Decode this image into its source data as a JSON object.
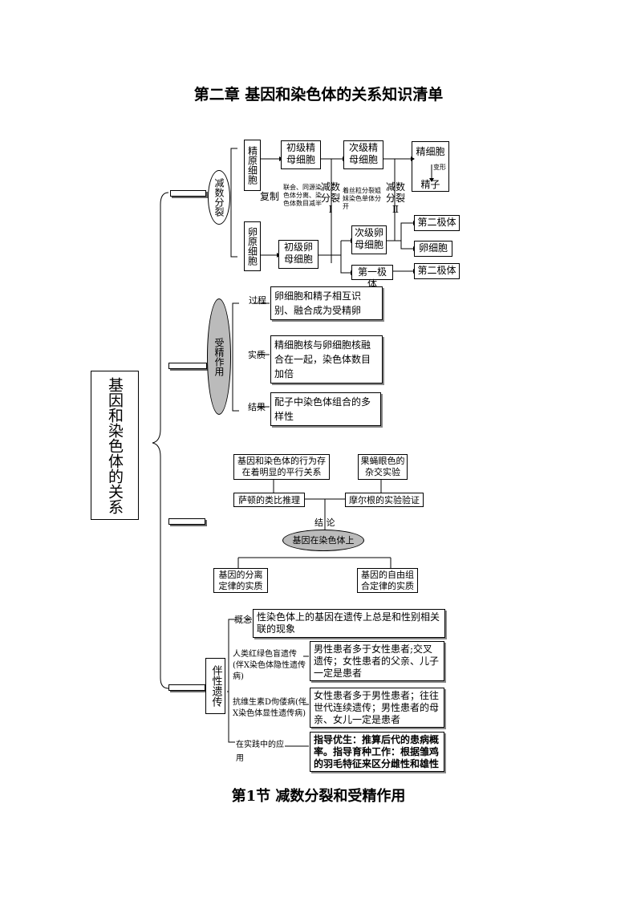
{
  "title": "第二章  基因和染色体的关系知识清单",
  "subtitle": "第1节    减数分裂和受精作用",
  "root": "基因和染色体的关系",
  "meiosis": {
    "oval": "减数分裂",
    "sperm_origin": "精原细胞",
    "egg_origin": "卵原细胞",
    "replicate": "复制",
    "primary_sperm": "初级精母细胞",
    "secondary_sperm": "次级精母细胞",
    "spermatid": "精细胞",
    "deform": "变形",
    "sperm": "精子",
    "meiosis1": "减数分裂Ⅰ",
    "meiosis2": "减数分裂Ⅱ",
    "note1": "联会、同源染色体分离、染色体数目减半",
    "note2": "着丝粒分裂姐妹染色单体分开",
    "primary_egg": "初级卵母细胞",
    "secondary_egg": "次级卵母细胞",
    "first_polar": "第一极体",
    "second_polar_a": "第二极体",
    "egg_cell": "卵细胞",
    "second_polar_b": "第二极体"
  },
  "fertilization": {
    "oval": "受精作用",
    "process_label": "过程",
    "process_text": "卵细胞和精子相互识别、融合成为受精卵",
    "essence_label": "实质",
    "essence_text": "精细胞核与卵细胞核融合在一起，染色体数目加倍",
    "result_label": "结果",
    "result_text": "配子中染色体组合的多样性"
  },
  "genes_on_chromosomes": {
    "parallel": "基因和染色体的行为存在着明显的平行关系",
    "fly_cross": "果蝇眼色的杂交实验",
    "sutton": "萨顿的类比推理",
    "morgan": "摩尔根的实验验证",
    "conclusion": "结  论",
    "center": "基因在染色体上",
    "segregation": "基因的分离定律的实质",
    "assortment": "基因的自由组合定律的实质"
  },
  "sex_linked": {
    "box": "伴性遗传",
    "concept_label": "概念",
    "concept_text": "性染色体上的基因在遗传上总是和性别相关联的现象",
    "colorblind_label": "人类红绿色盲遗传(伴X染色体隐性遗传病)",
    "colorblind_text": "男性患者多于女性患者;交叉遗传；女性患者的父亲、儿子一定是患者",
    "rickets_label": "抗维生素D佝偻病(伴X染色体显性遗传病)",
    "rickets_text": "女性患者多于男性患者；往往世代连续遗传；男性患者的母亲、女儿一定是患者",
    "practice_label": "在实践中的应用",
    "practice_text": "指导优生：推算后代的患病概率。指导育种工作：根据雏鸡的羽毛特征来区分雌性和雄性"
  }
}
